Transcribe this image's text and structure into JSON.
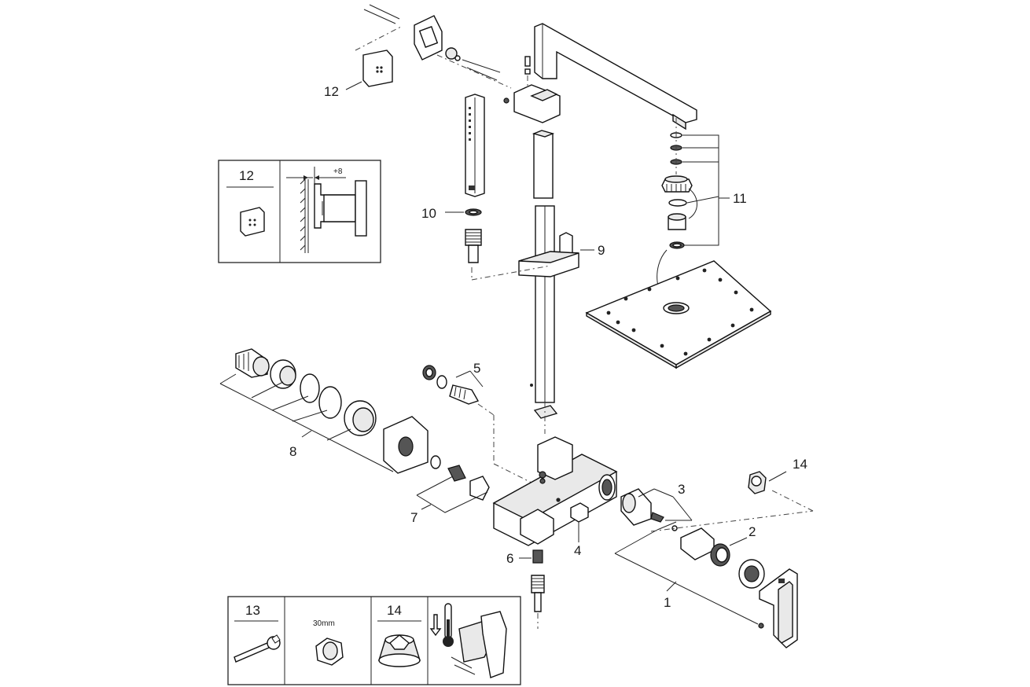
{
  "part_numbers": {
    "p1": "1",
    "p2": "2",
    "p3": "3",
    "p4": "4",
    "p5": "5",
    "p6": "6",
    "p7": "7",
    "p8": "8",
    "p9": "9",
    "p10": "10",
    "p11": "11",
    "p12": "12",
    "p14": "14"
  },
  "inset_mount": {
    "part_label": "12",
    "offset_label": "+8"
  },
  "tool_box": {
    "wrench_label": "13",
    "nut_size_label": "30mm",
    "cap_label": "14"
  },
  "icons": [
    "wrench-icon",
    "nut-icon",
    "cleaning-cap-icon",
    "thermometer-icon",
    "lever-handle-icon",
    "temperature-down-arrow-icon"
  ],
  "colors": {
    "line": "#111111",
    "fill": "#ffffff",
    "shade": "#e9e9e9"
  }
}
